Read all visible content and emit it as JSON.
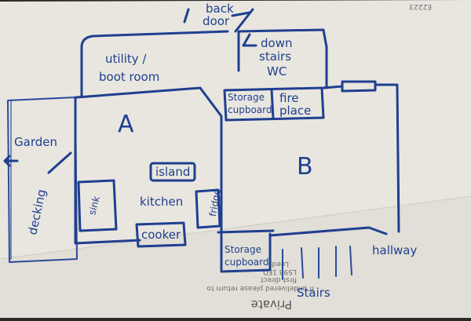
{
  "envelope": {
    "code": "E2223",
    "private": "Private",
    "return_line_1": "If undelivered please return to",
    "return_line_2": "first direct",
    "return_line_3": "LS98 1FD",
    "return_line_4": "Leeds"
  },
  "rooms": {
    "back_door": [
      "back",
      "door"
    ],
    "utility": [
      "utility /",
      "boot room"
    ],
    "downstairs_wc": [
      "down",
      "stairs",
      "WC"
    ],
    "room_a": "A",
    "room_b": "B",
    "garden": "Garden",
    "decking": "decking",
    "hallway": "hallway",
    "stairs": "Stairs",
    "storage_top": [
      "Storage",
      "cupboard"
    ],
    "fireplace": [
      "fire",
      "place"
    ],
    "storage_bottom": [
      "Storage",
      "cupboard"
    ]
  },
  "fixtures": {
    "island": "island",
    "kitchen": "kitchen",
    "sink": "sink",
    "cooker": "cooker",
    "fridge": "fridge"
  }
}
